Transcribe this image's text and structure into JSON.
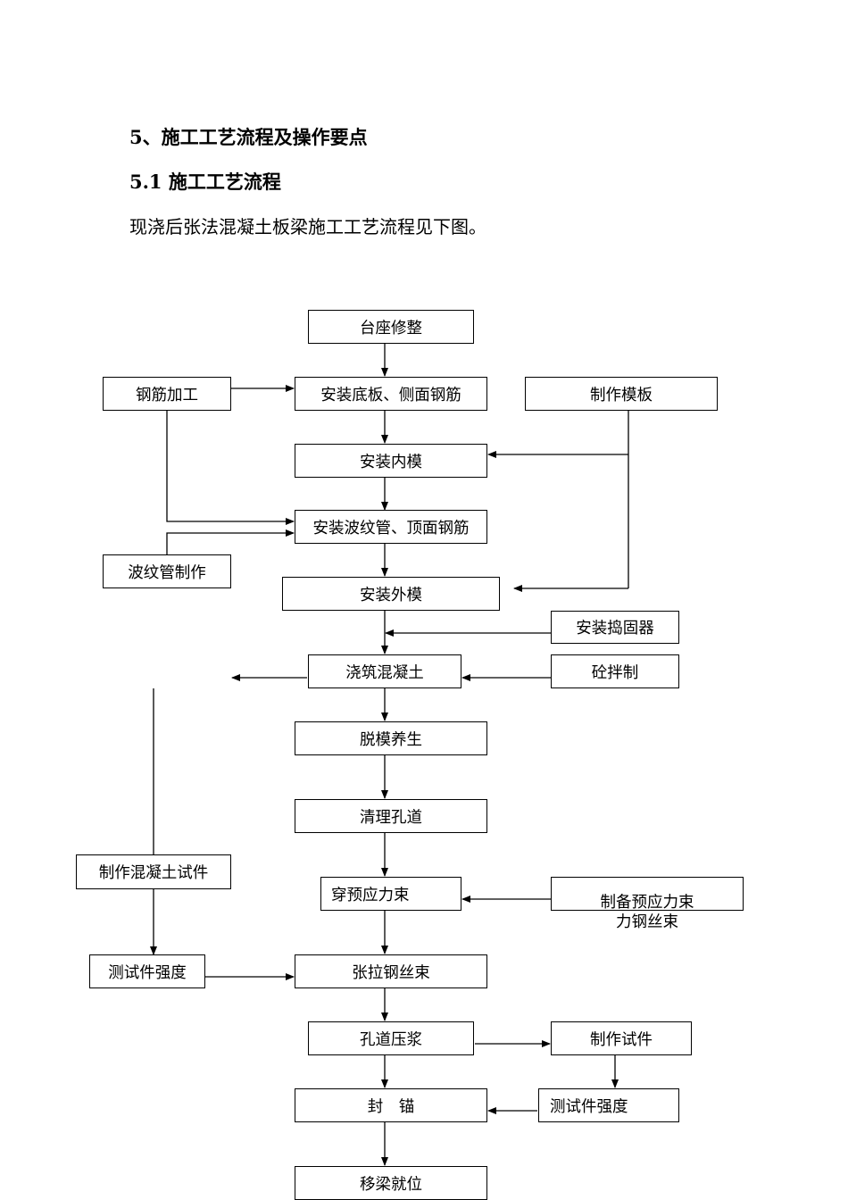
{
  "headings": {
    "section": "5、施工工艺流程及操作要点",
    "subsection": "5.1 施工工艺流程",
    "intro": "现浇后张法混凝土板梁施工工艺流程见下图。"
  },
  "flowchart": {
    "main_steps": [
      "台座修整",
      "安装底板、侧面钢筋",
      "安装内模",
      "安装波纹管、顶面钢筋",
      "安装外模",
      "浇筑混凝土",
      "脱模养生",
      "清理孔道",
      "穿预应力束",
      "张拉钢丝束",
      "孔道压浆",
      "封　锚",
      "移梁就位"
    ],
    "side_steps": {
      "rebar_processing": "钢筋加工",
      "make_formwork": "制作模板",
      "corrugated_pipe": "波纹管制作",
      "install_tamper": "安装捣固器",
      "concrete_mixing": "砼拌制",
      "concrete_specimen": "制作混凝土试件",
      "test_strength_left": "测试件强度",
      "prepare_tendon_line1": "制备预应力束",
      "prepare_tendon_line2": "力钢丝束",
      "make_specimen": "制作试件",
      "test_strength_right": "测试件强度"
    }
  }
}
